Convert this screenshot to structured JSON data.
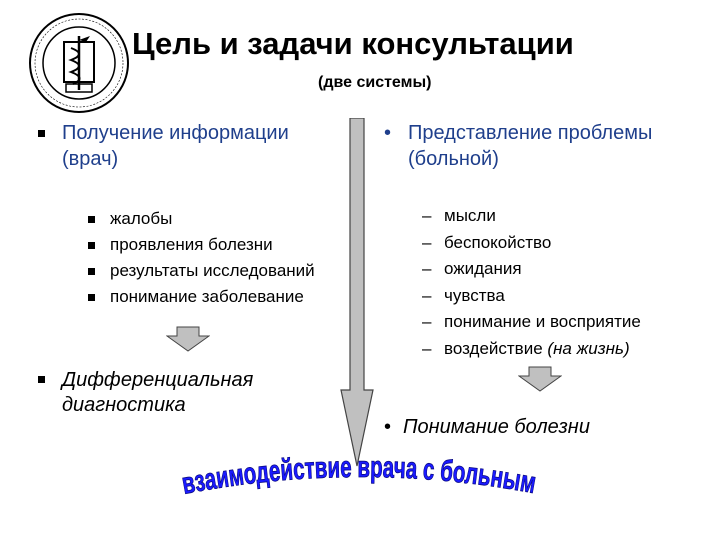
{
  "header": {
    "title": "Цель и задачи консультации",
    "subtitle": "(две системы)"
  },
  "left": {
    "point": "Получение информации (врач)",
    "items": [
      "жалобы",
      "проявления болезни",
      "результаты исследований",
      "понимание заболевание"
    ],
    "result": "Дифференциальная диагностика"
  },
  "right": {
    "point": "Представление проблемы (больной)",
    "items": [
      "мысли",
      "беспокойство",
      "ожидания",
      "чувства",
      "понимание и восприятие"
    ],
    "last_item": "воздействие",
    "last_item_note": "(на жизнь)",
    "result": "Понимание болезни"
  },
  "banner": {
    "text": "взаимодействие врача с больным",
    "color": "#1a1aff"
  },
  "colors": {
    "accent_text": "#1f3f8c",
    "arrow_fill": "#c0c0c0"
  },
  "icons": {
    "logo": "medical-academy-seal",
    "center_arrow": "down-arrow",
    "small_arrows": "down-arrow"
  }
}
